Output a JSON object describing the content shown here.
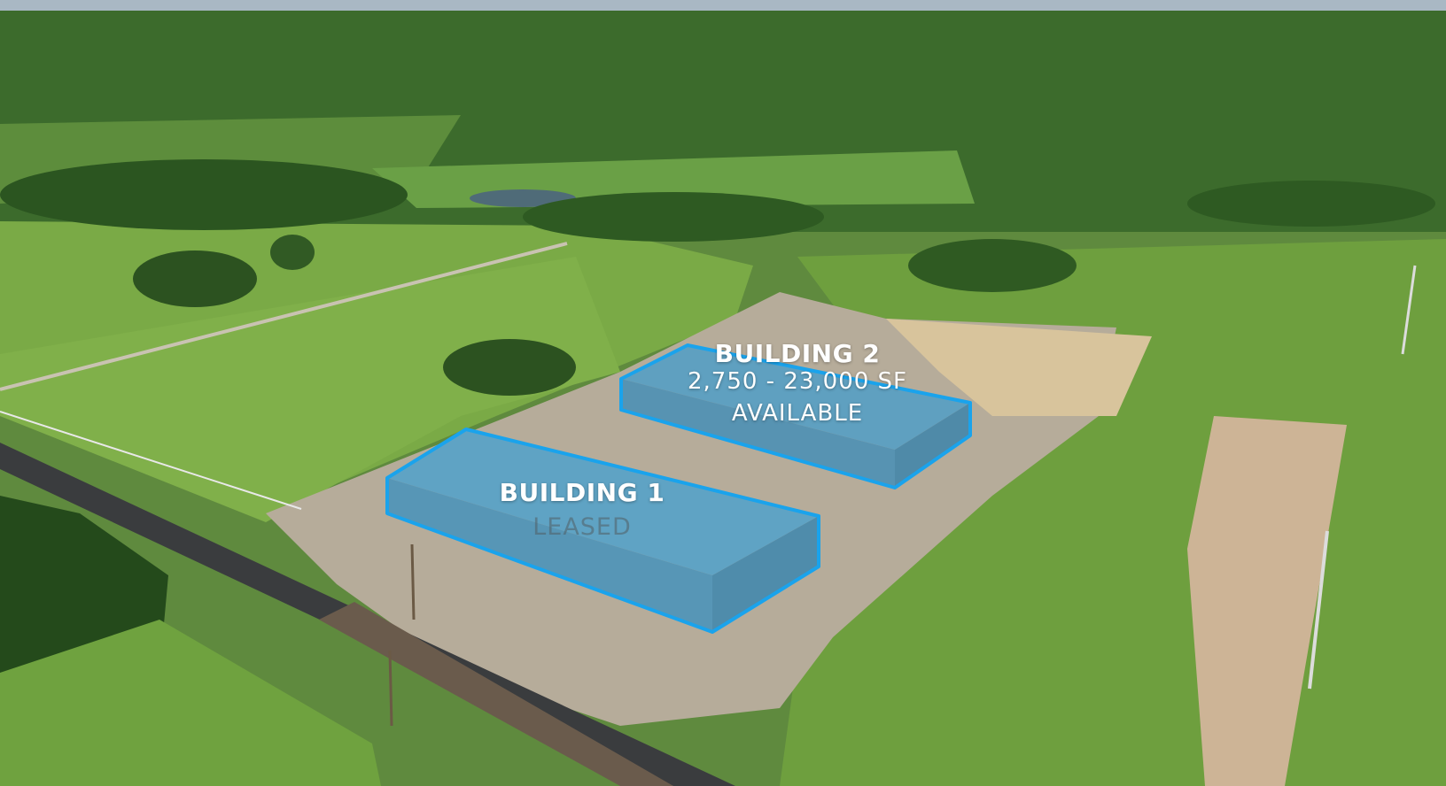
{
  "buildings": [
    {
      "title": "BUILDING 2",
      "size_line": "2,750 - 23,000 SF",
      "status": "AVAILABLE"
    },
    {
      "title": "BUILDING 1",
      "status": "LEASED"
    }
  ],
  "colors": {
    "building_fill": "#5fa3c4",
    "building_outline": "#1aa3ec",
    "grass": "#6d9a3f",
    "trees": "#2f5a22",
    "gravel": "#b4aa98",
    "road": "#3b3d3f"
  }
}
